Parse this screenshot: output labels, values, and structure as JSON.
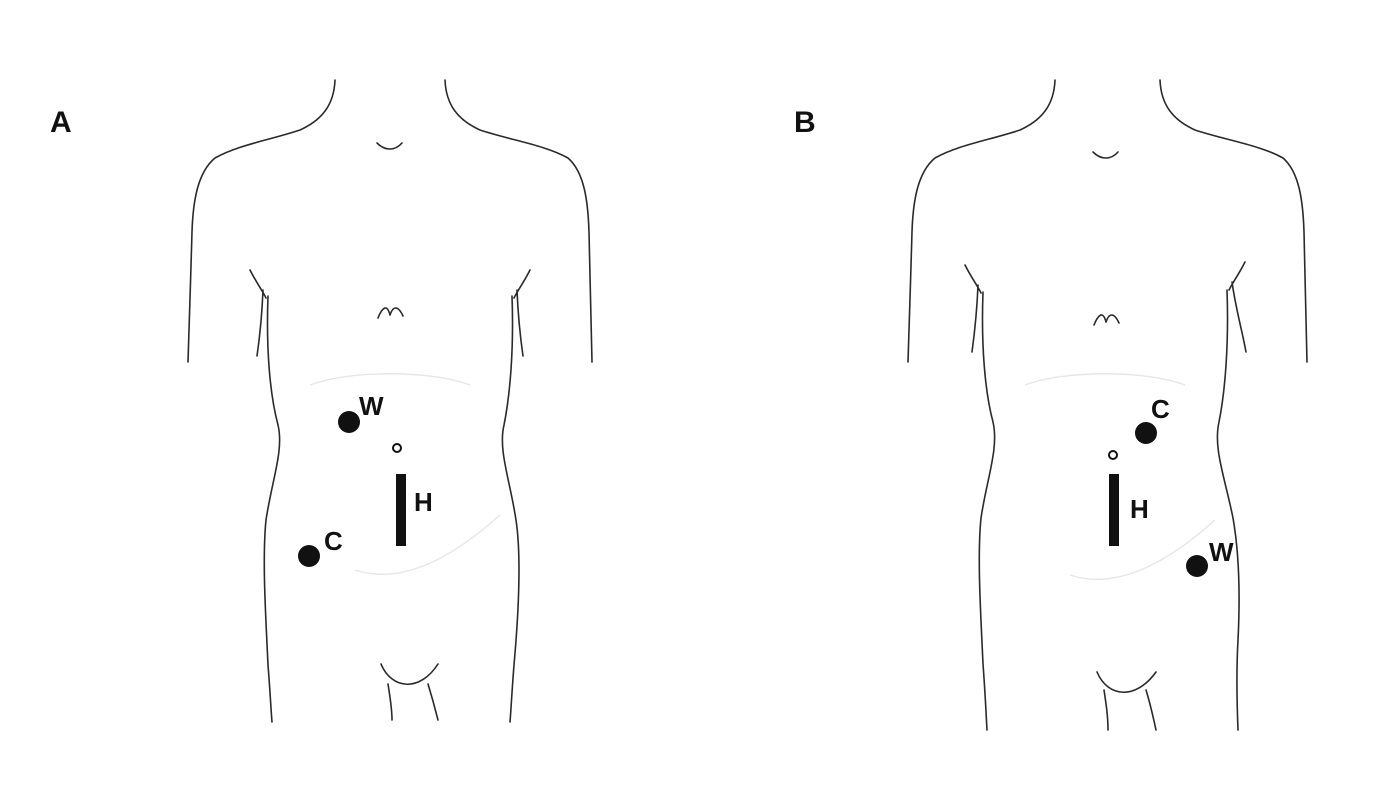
{
  "panels": [
    {
      "label": "A",
      "markers": [
        {
          "id": "W",
          "label": "W"
        },
        {
          "id": "C",
          "label": "C"
        },
        {
          "id": "H",
          "label": "H"
        }
      ]
    },
    {
      "label": "B",
      "markers": [
        {
          "id": "C",
          "label": "C"
        },
        {
          "id": "W",
          "label": "W"
        },
        {
          "id": "H",
          "label": "H"
        }
      ]
    }
  ],
  "colors": {
    "outline": "#2a2a2a",
    "marker": "#111111",
    "background": "#ffffff"
  }
}
